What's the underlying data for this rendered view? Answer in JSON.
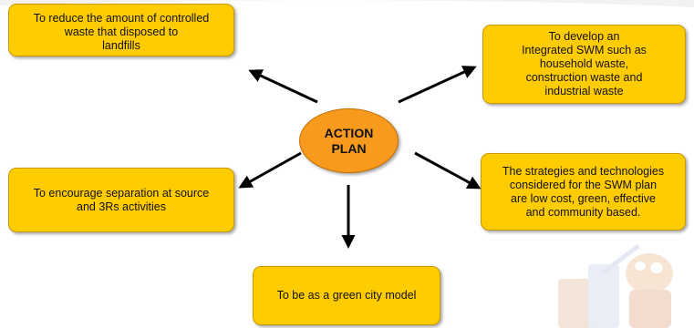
{
  "center": {
    "line1": "ACTION",
    "line2": "PLAN"
  },
  "boxes": {
    "top_left": [
      "To reduce the amount of controlled",
      "waste that disposed to",
      "landfills"
    ],
    "top_right": [
      "To develop an",
      "Integrated SWM such as",
      "household waste,",
      "construction waste and",
      "industrial waste"
    ],
    "middle_left": [
      "To encourage separation at source",
      "and 3Rs activities"
    ],
    "middle_right": [
      "The strategies and technologies",
      "considered for the SWM plan",
      "are low cost, green, effective",
      "and community based."
    ],
    "bottom": [
      "To be as a green city model"
    ]
  },
  "colors": {
    "box_fill": "#ffcc00",
    "hub_fill": "#f79a1e",
    "arrow": "#000000"
  }
}
